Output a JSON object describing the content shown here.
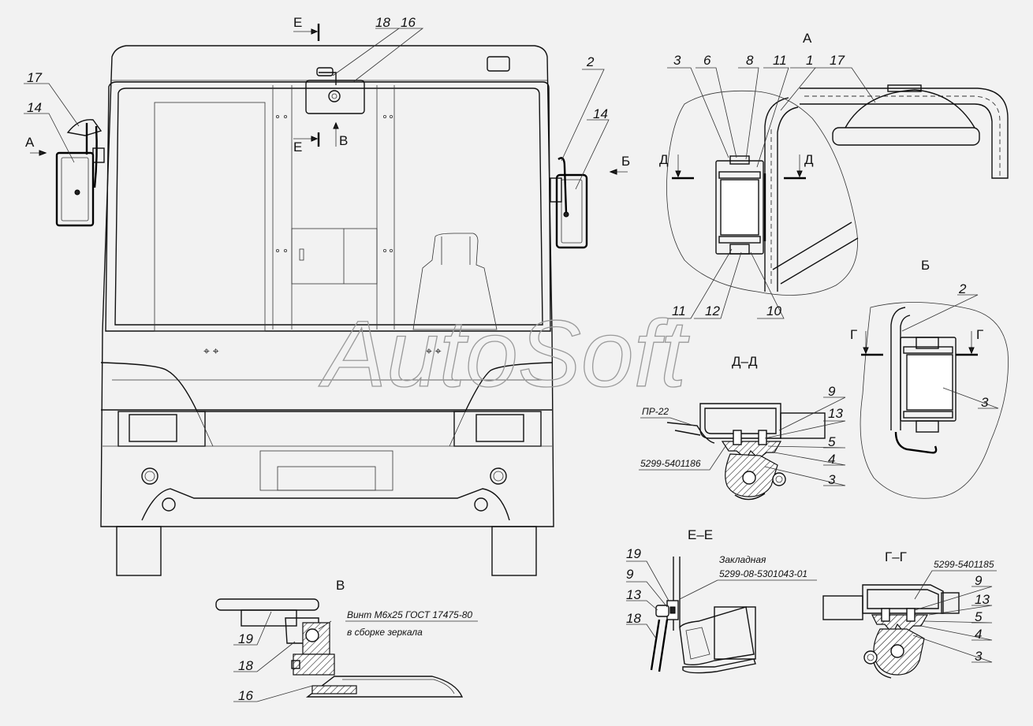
{
  "labels": {
    "view_a": "А",
    "view_b_cyr": "Б",
    "view_v": "В",
    "sec_dd": "Д–Д",
    "sec_ee": "Е–Е",
    "sec_gg": "Г–Г",
    "cut_e": "Е",
    "cut_v": "В",
    "cut_d": "Д",
    "cut_g": "Г",
    "arrow_a": "А",
    "arrow_b": "Б"
  },
  "parts": {
    "p1": "1",
    "p2": "2",
    "p3": "3",
    "p4": "4",
    "p5": "5",
    "p6": "6",
    "p8": "8",
    "p9": "9",
    "p10": "10",
    "p11": "11",
    "p12": "12",
    "p13": "13",
    "p14": "14",
    "p16": "16",
    "p17": "17",
    "p18": "18",
    "p19": "19"
  },
  "notes": {
    "pr22": "ПР-22",
    "code_dd": "5299-5401186",
    "code_gg": "5299-5401185",
    "embed": "Закладная",
    "embed_code": "5299-08-5301043-01",
    "screw": "Винт М6х25 ГОСТ 17475-80",
    "screw2": "в сборке зеркала"
  },
  "watermark": "AutoSoft"
}
